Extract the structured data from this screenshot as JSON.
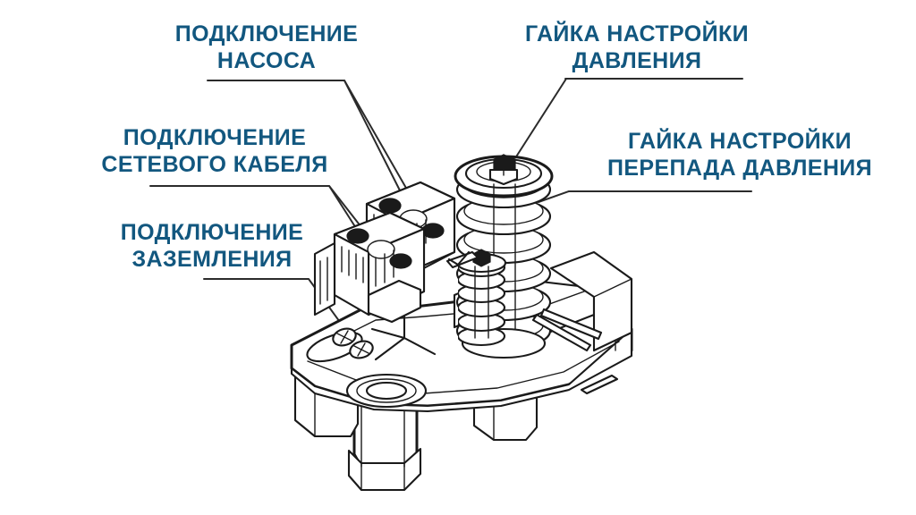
{
  "figure": {
    "type": "technical-exploded-diagram",
    "subject": "Реле давления (pressure switch)",
    "background_color": "#ffffff",
    "label_color": "#12577f",
    "line_color": "#1a1a1a"
  },
  "callouts": [
    {
      "id": "pump-connection",
      "text": "ПОДКЛЮЧЕНИЕ\nНАСОСА",
      "position": "top-left",
      "leader": "horizontal then diagonal down-right to terminal block"
    },
    {
      "id": "mains-cable-connection",
      "text": "ПОДКЛЮЧЕНИЕ\nСЕТЕВОГО КАБЕЛЯ",
      "position": "middle-left",
      "leader": "horizontal then diagonal down-right to front terminal block"
    },
    {
      "id": "ground-connection",
      "text": "ПОДКЛЮЧЕНИЕ\nЗАЗЕМЛЕНИЯ",
      "position": "lower-left",
      "leader": "horizontal then diagonal down-right to grounding screws"
    },
    {
      "id": "pressure-adjust-nut",
      "text": "ГАЙКА НАСТРОЙКИ\nДАВЛЕНИЯ",
      "position": "top-right",
      "leader": "horizontal then diagonal down-left to nut atop large spring"
    },
    {
      "id": "differential-pressure-nut",
      "text": "ГАЙКА НАСТРОЙКИ\nПЕРЕПАДА ДАВЛЕНИЯ",
      "position": "middle-right",
      "leader": "horizontal then short diagonal down-left to large spring"
    }
  ],
  "parts": [
    {
      "id": "large-spring",
      "name": "Большая пружина настройки давления"
    },
    {
      "id": "small-spring",
      "name": "Малая пружина перепада давления"
    },
    {
      "id": "adjust-nut",
      "name": "Регулировочная гайка"
    },
    {
      "id": "terminal-block-rear",
      "name": "Клеммная колодка (насос)"
    },
    {
      "id": "terminal-block-front",
      "name": "Клеммная колодка (сеть)"
    },
    {
      "id": "ground-screws",
      "name": "Винты заземления"
    },
    {
      "id": "body-casting",
      "name": "Корпус реле"
    },
    {
      "id": "inlet-port",
      "name": "Присоединительный штуцер"
    }
  ]
}
